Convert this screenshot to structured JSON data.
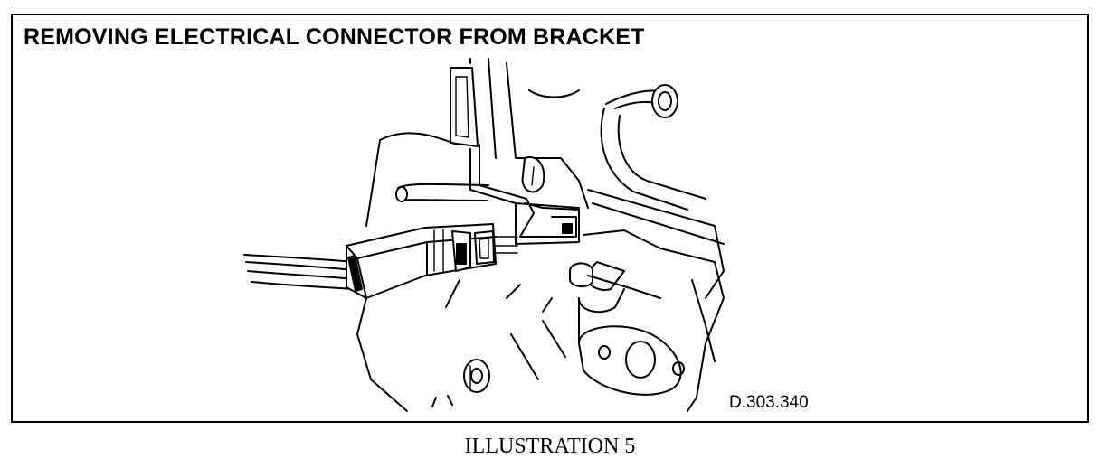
{
  "diagram": {
    "title": "REMOVING ELECTRICAL CONNECTOR FROM BRACKET",
    "figure_code": "D.303.340",
    "caption": "ILLUSTRATION 5"
  }
}
